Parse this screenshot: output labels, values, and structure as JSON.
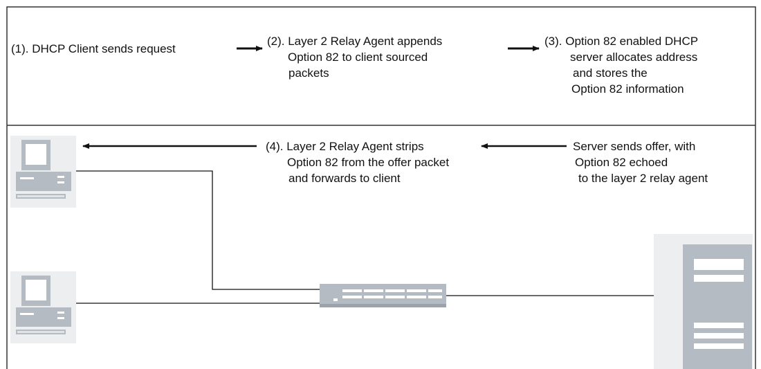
{
  "steps": {
    "step1": {
      "line1": "(1). DHCP Client sends request"
    },
    "step2": {
      "line1": "(2). Layer 2 Relay Agent appends",
      "line2": "Option 82 to client sourced",
      "line3": "packets"
    },
    "step3": {
      "line1": "(3). Option 82 enabled DHCP",
      "line2": "server allocates address",
      "line3": "and stores the",
      "line4": "Option 82 information"
    },
    "step4": {
      "line1": "(4). Layer 2 Relay Agent strips",
      "line2": "Option 82 from the offer packet",
      "line3": "and forwards to client"
    },
    "offer": {
      "line1": "Server sends offer, with",
      "line2": "Option 82 echoed",
      "line3": "to the layer 2 relay agent"
    }
  },
  "devices": {
    "client_top": "computer-icon",
    "client_bottom": "computer-icon",
    "relay_switch": "switch-icon",
    "dhcp_server": "server-icon"
  },
  "colors": {
    "device_fill": "#b4bbc3",
    "device_dark": "#8e969f",
    "device_shadow": "#e8eaed",
    "line": "#111111",
    "border": "#333333"
  }
}
